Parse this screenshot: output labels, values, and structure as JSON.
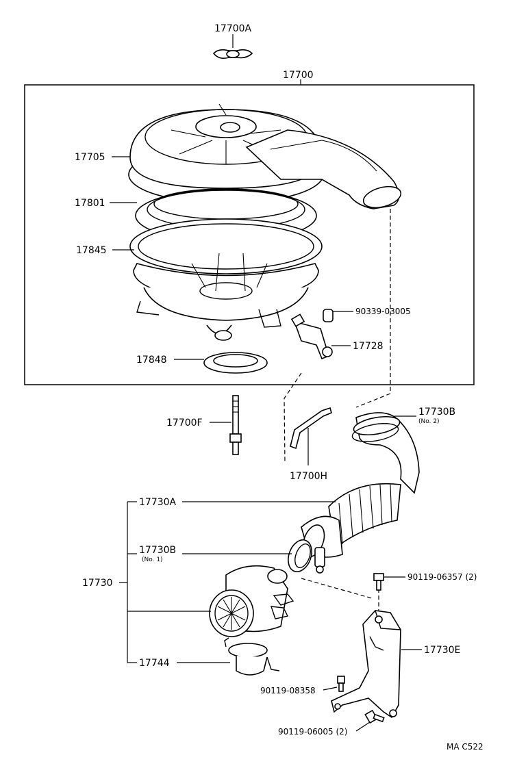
{
  "labels": {
    "p17700A": "17700A",
    "p17700": "17700",
    "p17705": "17705",
    "p17801": "17801",
    "p17845": "17845",
    "p90339": "90339-03005",
    "p17728": "17728",
    "p17848": "17848",
    "p17700F": "17700F",
    "p17700H": "17700H",
    "p17730B2": "17730B",
    "p17730B2_note": "(No. 2)",
    "p17730A": "17730A",
    "p17730B1": "17730B",
    "p17730B1_note": "(No. 1)",
    "p17730": "17730",
    "p17744": "17744",
    "p90119_06357": "90119-06357 (2)",
    "p17730E": "17730E",
    "p90119_08358": "90119-08358",
    "p90119_06005": "90119-06005 (2)"
  },
  "footer": {
    "code": "MA  C522"
  }
}
